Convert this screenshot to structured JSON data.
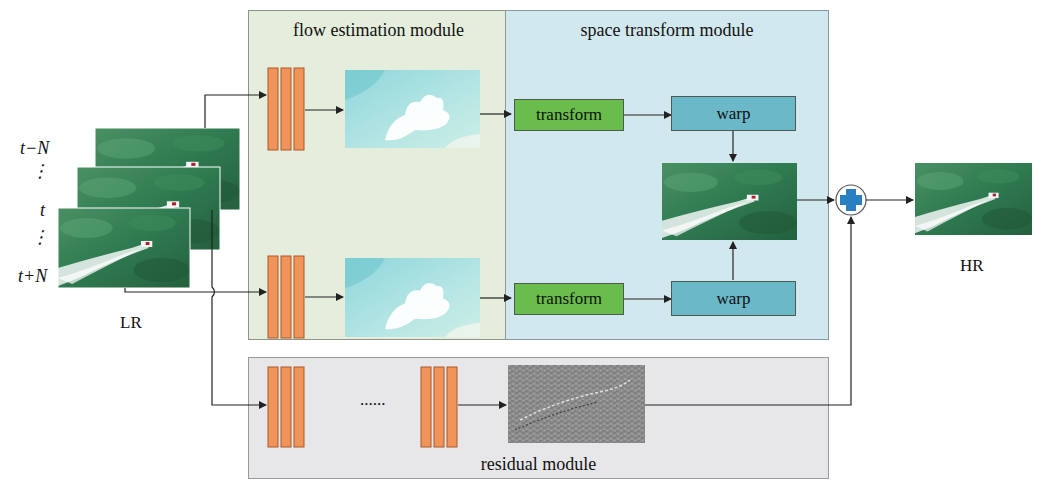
{
  "diagram": {
    "nodes": [
      {
        "text": [
          "flow estimation module"
        ]
      },
      {
        "text": [
          "space transform module"
        ]
      },
      {
        "text": [
          "transform"
        ],
        "in": 1
      },
      {
        "text": [
          "warp"
        ],
        "in": 1
      },
      {
        "text": [
          "transform"
        ],
        "in": 1
      },
      {
        "text": [
          "warp"
        ],
        "in": 1
      },
      {
        "text": [
          "residual module"
        ]
      }
    ],
    "edges": [
      {
        "from": 2,
        "to": 3,
        "arrow": "to"
      },
      {
        "from": 4,
        "to": 5,
        "arrow": "to"
      }
    ],
    "labels": [
      "t−N",
      "⋮",
      "t",
      "⋮",
      "t+N",
      "LR",
      "......",
      "HR"
    ]
  }
}
